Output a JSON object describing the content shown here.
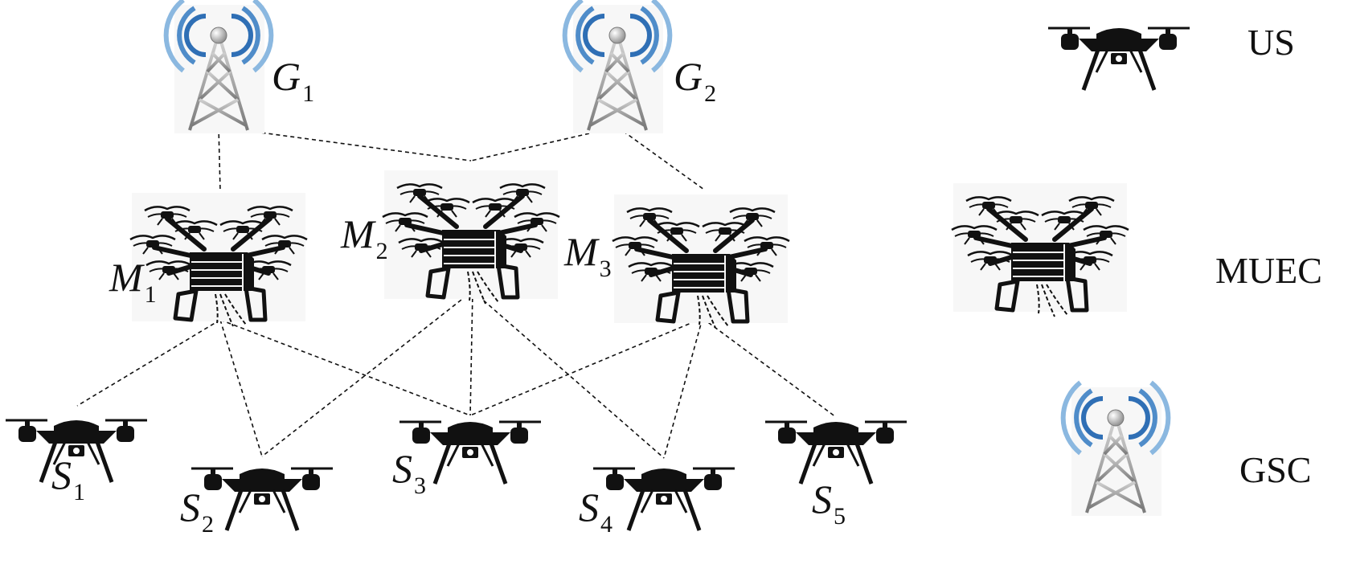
{
  "nodes": {
    "gsc": [
      {
        "id": "G1",
        "letter": "G",
        "sub": "1"
      },
      {
        "id": "G2",
        "letter": "G",
        "sub": "2"
      }
    ],
    "muec": [
      {
        "id": "M1",
        "letter": "M",
        "sub": "1"
      },
      {
        "id": "M2",
        "letter": "M",
        "sub": "2"
      },
      {
        "id": "M3",
        "letter": "M",
        "sub": "3"
      }
    ],
    "us": [
      {
        "id": "S1",
        "letter": "S",
        "sub": "1"
      },
      {
        "id": "S2",
        "letter": "S",
        "sub": "2"
      },
      {
        "id": "S3",
        "letter": "S",
        "sub": "3"
      },
      {
        "id": "S4",
        "letter": "S",
        "sub": "4"
      },
      {
        "id": "S5",
        "letter": "S",
        "sub": "5"
      }
    ]
  },
  "links": [
    [
      "G1",
      "M1"
    ],
    [
      "G1",
      "M2"
    ],
    [
      "G2",
      "M2"
    ],
    [
      "G2",
      "M3"
    ],
    [
      "M1",
      "S1"
    ],
    [
      "M1",
      "S2"
    ],
    [
      "M1",
      "S3"
    ],
    [
      "M2",
      "S2"
    ],
    [
      "M2",
      "S3"
    ],
    [
      "M2",
      "S4"
    ],
    [
      "M3",
      "S3"
    ],
    [
      "M3",
      "S4"
    ],
    [
      "M3",
      "S5"
    ]
  ],
  "legend": {
    "us_label": "US",
    "muec_label": "MUEC",
    "gsc_label": "GSC"
  },
  "colors": {
    "signal_dark": "#2f6fb5",
    "signal_light": "#8bb8e0",
    "tower": "#8a8a8a",
    "drone": "#111111"
  }
}
